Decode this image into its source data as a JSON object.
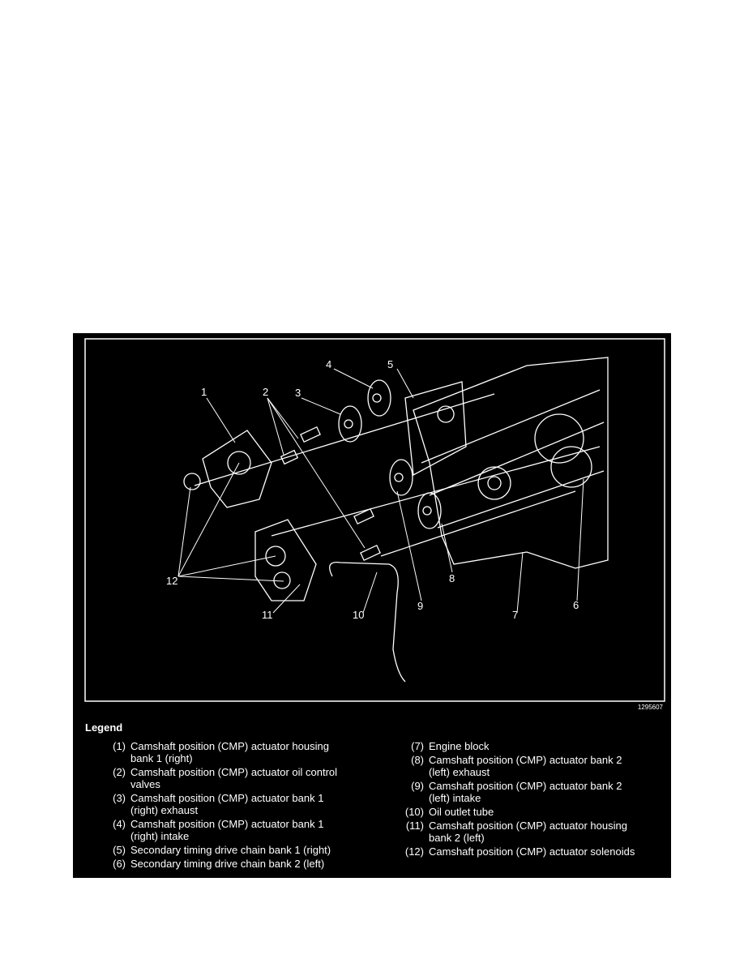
{
  "figure": {
    "number": "1295607",
    "callouts": [
      "1",
      "2",
      "3",
      "4",
      "5",
      "6",
      "7",
      "8",
      "9",
      "10",
      "11",
      "12"
    ]
  },
  "legend": {
    "title": "Legend",
    "items": [
      {
        "num": "(1)",
        "text": "Camshaft position (CMP) actuator housing\nbank 1 (right)"
      },
      {
        "num": "(2)",
        "text": "Camshaft position (CMP) actuator oil control\nvalves"
      },
      {
        "num": "(3)",
        "text": "Camshaft position (CMP) actuator bank 1\n(right) exhaust"
      },
      {
        "num": "(4)",
        "text": "Camshaft position (CMP) actuator bank 1\n(right) intake"
      },
      {
        "num": "(5)",
        "text": "Secondary timing drive chain bank 1 (right)"
      },
      {
        "num": "(6)",
        "text": "Secondary timing drive chain bank 2 (left)"
      },
      {
        "num": "(7)",
        "text": "Engine block"
      },
      {
        "num": "(8)",
        "text": "Camshaft position (CMP) actuator bank 2\n(left) exhaust"
      },
      {
        "num": "(9)",
        "text": "Camshaft position (CMP) actuator bank 2\n(left) intake"
      },
      {
        "num": "(10)",
        "text": "Oil outlet tube"
      },
      {
        "num": "(11)",
        "text": "Camshaft position (CMP) actuator housing\nbank 2 (left)"
      },
      {
        "num": "(12)",
        "text": "Camshaft position (CMP) actuator solenoids"
      }
    ]
  }
}
